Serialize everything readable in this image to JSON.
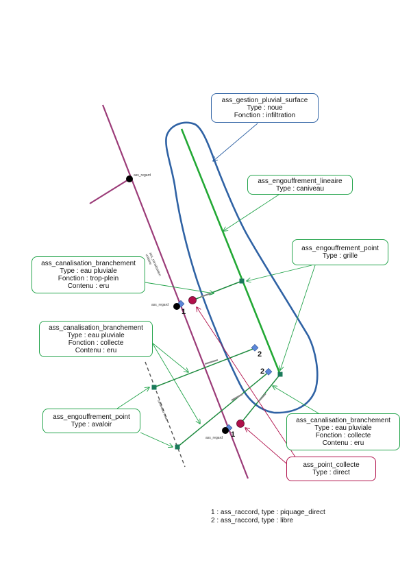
{
  "colors": {
    "noue": "#2f62a4",
    "caniveau": "#22a834",
    "branchement": "#1d8a3e",
    "canalisation": "#9b3b78",
    "regard": "#000000",
    "point_collecte": "#b0104a",
    "raccord_libre": "#5b87d8",
    "engouffrement": "#1a7a5a",
    "callout_green": "#22a34a",
    "callout_blue": "#2f62a4",
    "callout_crimson": "#b0104a"
  },
  "canalisation_label": "ass_canalisation\nunitaire",
  "caniveau_label": "caniveau-noue",
  "regard_labels": [
    "ass_regard",
    "ass_regard",
    "ass_regard"
  ],
  "raccord_numbers": [
    "1",
    "1",
    "2",
    "2"
  ],
  "boxes": {
    "gestion": {
      "title": "ass_gestion_pluvial_surface",
      "lines": [
        "Type : noue",
        "Fonction : infiltration"
      ]
    },
    "lineaire": {
      "title": "ass_engouffrement_lineaire",
      "lines": [
        "Type : caniveau"
      ]
    },
    "point_grille": {
      "title": "ass_engouffrement_point",
      "lines": [
        "Type : grille"
      ]
    },
    "branch_trop_plein": {
      "title": "ass_canalisation_branchement",
      "lines": [
        "Type : eau pluviale",
        "Fonction : trop-plein",
        "Contenu : eru"
      ]
    },
    "branch_collecte_left": {
      "title": "ass_canalisation_branchement",
      "lines": [
        "Type : eau pluviale",
        "Fonction : collecte",
        "Contenu : eru"
      ]
    },
    "point_avaloir": {
      "title": "ass_engouffrement_point",
      "lines": [
        "Type : avaloir"
      ]
    },
    "branch_collecte_right": {
      "title": "ass_canalisation_branchement",
      "lines": [
        "Type : eau pluviale",
        "Fonction : collecte",
        "Contenu : eru"
      ]
    },
    "point_collecte": {
      "title": "ass_point_collecte",
      "lines": [
        "Type : direct"
      ]
    }
  },
  "legend": [
    "1 : ass_raccord, type : piquage_direct",
    "2 : ass_raccord, type : libre"
  ]
}
